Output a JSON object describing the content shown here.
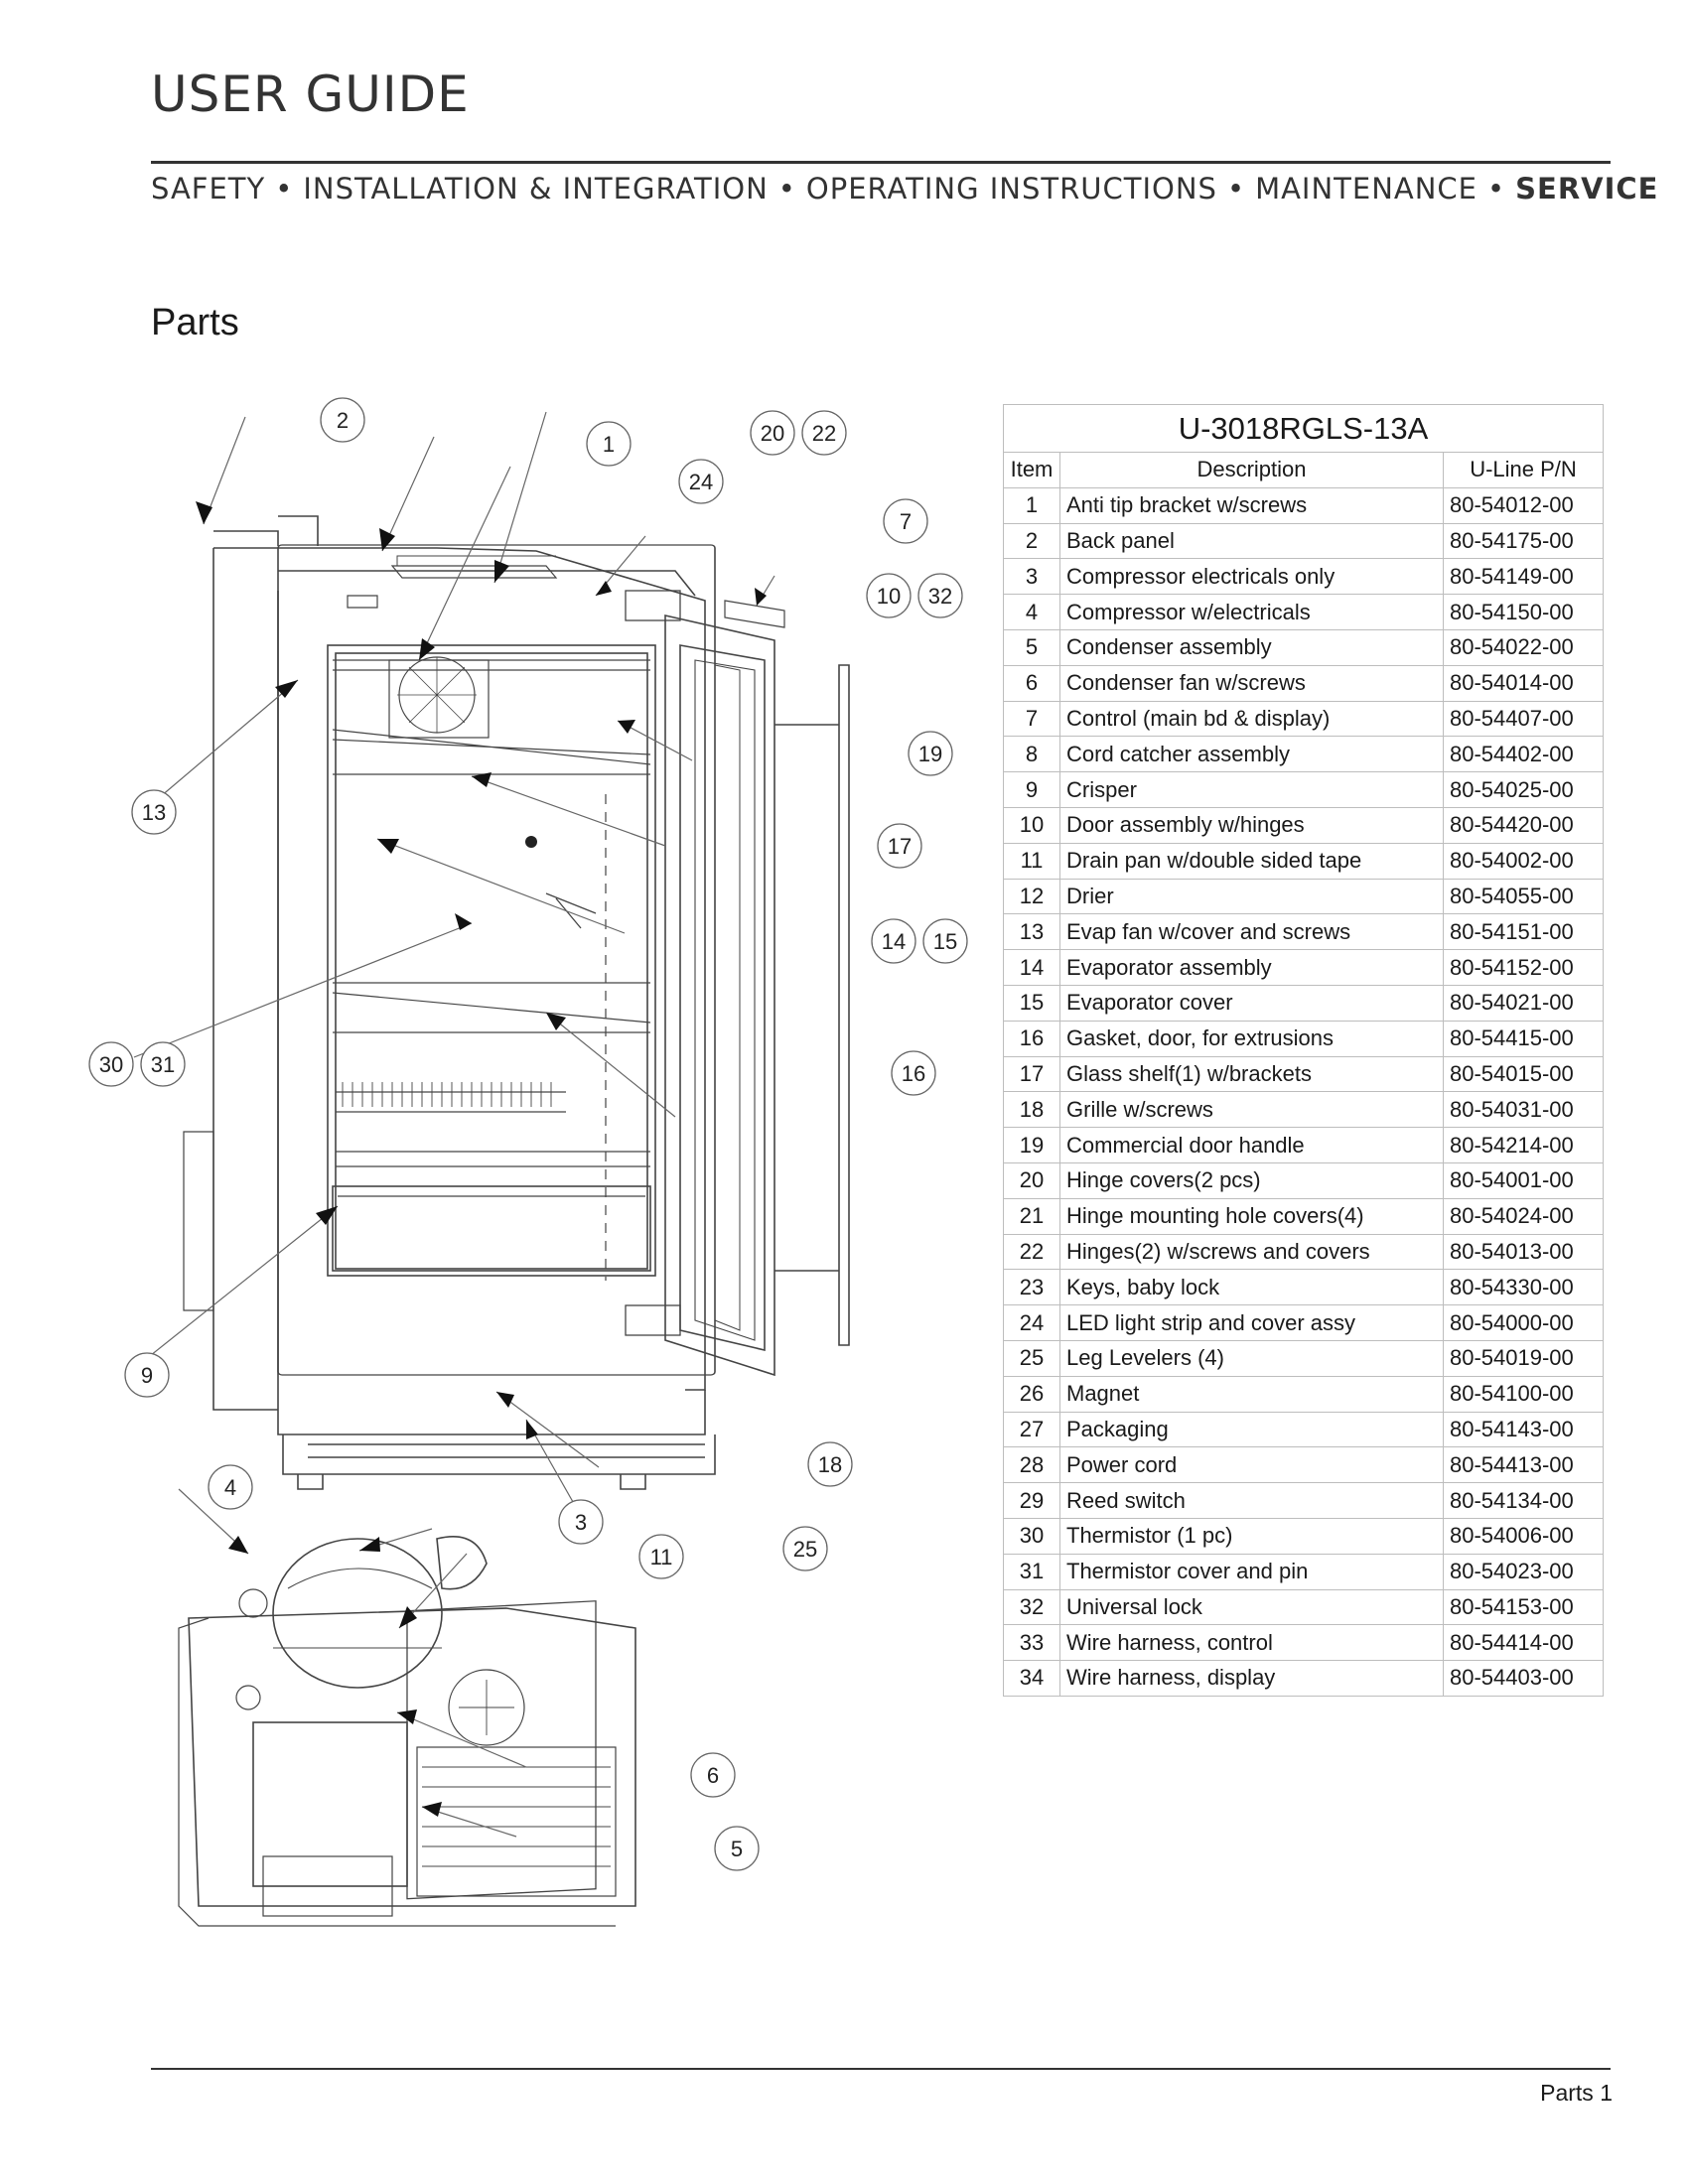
{
  "header": {
    "title": "USER GUIDE",
    "nav": [
      "SAFETY",
      "INSTALLATION & INTEGRATION",
      "OPERATING INSTRUCTIONS",
      "MAINTENANCE",
      "SERVICE"
    ],
    "separator": "•",
    "active": "SERVICE"
  },
  "section_title": "Parts",
  "callouts": [
    "1",
    "2",
    "3",
    "4",
    "5",
    "6",
    "7",
    "9",
    "10",
    "11",
    "13",
    "14",
    "15",
    "16",
    "17",
    "18",
    "19",
    "20",
    "22",
    "24",
    "25",
    "30",
    "31",
    "32"
  ],
  "parts_table": {
    "model": "U-3018RGLS-13A",
    "headers": [
      "Item",
      "Description",
      "U-Line P/N"
    ],
    "rows": [
      [
        "1",
        "Anti tip bracket w/screws",
        "80-54012-00"
      ],
      [
        "2",
        "Back panel",
        "80-54175-00"
      ],
      [
        "3",
        "Compressor electricals only",
        "80-54149-00"
      ],
      [
        "4",
        "Compressor w/electricals",
        "80-54150-00"
      ],
      [
        "5",
        "Condenser assembly",
        "80-54022-00"
      ],
      [
        "6",
        "Condenser fan w/screws",
        "80-54014-00"
      ],
      [
        "7",
        "Control (main bd & display)",
        "80-54407-00"
      ],
      [
        "8",
        "Cord catcher assembly",
        "80-54402-00"
      ],
      [
        "9",
        "Crisper",
        "80-54025-00"
      ],
      [
        "10",
        "Door assembly w/hinges",
        "80-54420-00"
      ],
      [
        "11",
        "Drain pan w/double sided tape",
        "80-54002-00"
      ],
      [
        "12",
        "Drier",
        "80-54055-00"
      ],
      [
        "13",
        "Evap fan w/cover and screws",
        "80-54151-00"
      ],
      [
        "14",
        "Evaporator assembly",
        "80-54152-00"
      ],
      [
        "15",
        "Evaporator cover",
        "80-54021-00"
      ],
      [
        "16",
        "Gasket, door, for extrusions",
        "80-54415-00"
      ],
      [
        "17",
        "Glass shelf(1) w/brackets",
        "80-54015-00"
      ],
      [
        "18",
        "Grille w/screws",
        "80-54031-00"
      ],
      [
        "19",
        "Commercial door handle",
        "80-54214-00"
      ],
      [
        "20",
        "Hinge covers(2 pcs)",
        "80-54001-00"
      ],
      [
        "21",
        "Hinge mounting hole covers(4)",
        "80-54024-00"
      ],
      [
        "22",
        "Hinges(2) w/screws and covers",
        "80-54013-00"
      ],
      [
        "23",
        "Keys, baby lock",
        "80-54330-00"
      ],
      [
        "24",
        "LED light strip and cover assy",
        "80-54000-00"
      ],
      [
        "25",
        "Leg Levelers (4)",
        "80-54019-00"
      ],
      [
        "26",
        "Magnet",
        "80-54100-00"
      ],
      [
        "27",
        "Packaging",
        "80-54143-00"
      ],
      [
        "28",
        "Power cord",
        "80-54413-00"
      ],
      [
        "29",
        "Reed switch",
        "80-54134-00"
      ],
      [
        "30",
        "Thermistor (1 pc)",
        "80-54006-00"
      ],
      [
        "31",
        "Thermistor cover and pin",
        "80-54023-00"
      ],
      [
        "32",
        "Universal lock",
        "80-54153-00"
      ],
      [
        "33",
        "Wire harness, control",
        "80-54414-00"
      ],
      [
        "34",
        "Wire harness, display",
        "80-54403-00"
      ]
    ]
  },
  "footer": {
    "page_label": "Parts 1"
  }
}
